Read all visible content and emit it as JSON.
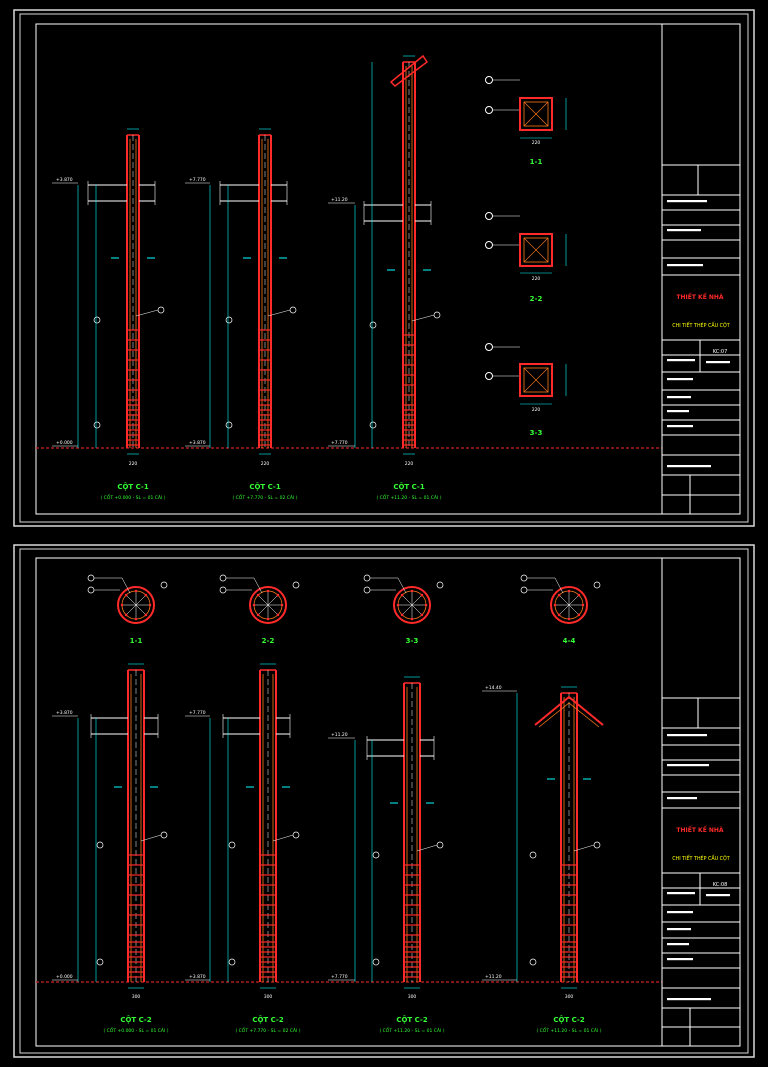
{
  "colors": {
    "frame": "#d9d9d9",
    "column": "#ff2a2a",
    "rebar": "#ff7a1a",
    "dim": "#00ffff",
    "label": "#33ff33",
    "ground": "#cc2222",
    "white": "#ffffff",
    "titleRed": "#ff2a2a",
    "titleYellow": "#ffff00"
  },
  "sheets": [
    {
      "title_block": {
        "company": "THIẾT KẾ NHÀ",
        "drawing": "CHI TIẾT THÉP CẤU CỘT",
        "code": "KC:07"
      },
      "columns": [
        {
          "label": "CỘT C-1",
          "sub": "( CỐT +0.000 - SL = 01 CÁI )",
          "top_level": "+3.870",
          "bottom_level": "+0.000",
          "width": "220"
        },
        {
          "label": "CỘT C-1",
          "sub": "( CỐT +7.770 - SL = 02 CÁI )",
          "top_level": "+7.770",
          "bottom_level": "+3.870",
          "width": "220"
        },
        {
          "label": "CỘT C-1",
          "sub": "( CỐT +11.20 - SL = 01 CÁI )",
          "top_level": "+11.20",
          "bottom_level": "+7.770",
          "width": "220"
        }
      ],
      "sections": [
        {
          "label": "1-1",
          "dim": "220"
        },
        {
          "label": "2-2",
          "dim": "220"
        },
        {
          "label": "3-3",
          "dim": "220"
        }
      ]
    },
    {
      "title_block": {
        "company": "THIẾT KẾ NHÀ",
        "drawing": "CHI TIẾT THÉP CẤU CỘT",
        "code": "KC:08"
      },
      "columns": [
        {
          "label": "CỘT C-2",
          "sub": "( CỐT +0.000 - SL = 01 CÁI )",
          "top_level": "+3.870",
          "bottom_level": "+0.000",
          "width": "300"
        },
        {
          "label": "CỘT C-2",
          "sub": "( CỐT +7.770 - SL = 02 CÁI )",
          "top_level": "+7.770",
          "bottom_level": "+3.870",
          "width": "300"
        },
        {
          "label": "CỘT C-2",
          "sub": "( CỐT +11.20 - SL = 01 CÁI )",
          "top_level": "+11.20",
          "bottom_level": "+7.770",
          "width": "300"
        },
        {
          "label": "CỘT C-2",
          "sub": "( CỐT +11.20 - SL = 01 CÁI )",
          "top_level": "+14.40",
          "bottom_level": "+11.20",
          "width": "300"
        }
      ],
      "sections": [
        {
          "label": "1-1"
        },
        {
          "label": "2-2"
        },
        {
          "label": "3-3"
        },
        {
          "label": "4-4"
        }
      ]
    }
  ]
}
